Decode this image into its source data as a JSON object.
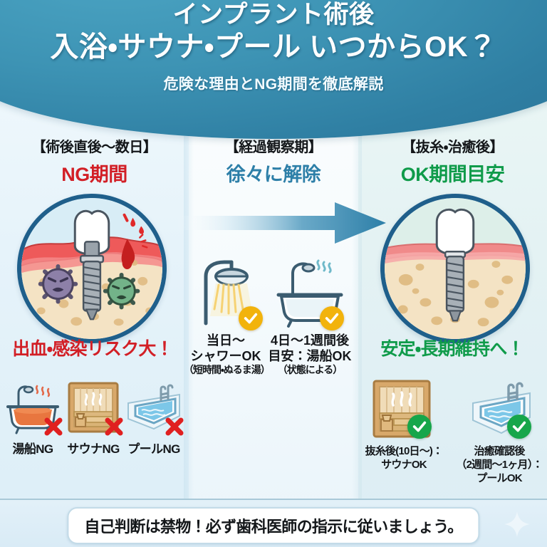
{
  "header": {
    "title_line1": "インプラント術後",
    "title_line2": "入浴・サウナ・プール いつからOK？",
    "subtitle": "危険な理由とNG期間を徹底解説"
  },
  "columns": {
    "left": {
      "bracket": "【術後直後〜数日】",
      "phase": "NG期間",
      "phase_color": "#d21f26",
      "illustration_name": "implant-inflamed-bleeding-diagram",
      "caption": "出血・感染リスク大！",
      "caption_color": "#d21f26",
      "items": [
        {
          "icon": "bathtub-hot-icon",
          "label": "湯船NG",
          "mark": "x"
        },
        {
          "icon": "sauna-room-icon",
          "label": "サウナNG",
          "mark": "x"
        },
        {
          "icon": "swimming-pool-icon",
          "label": "プールNG",
          "mark": "x"
        }
      ]
    },
    "middle": {
      "bracket": "【経過観察期】",
      "phase": "徐々に解除",
      "phase_color": "#2d7fa8",
      "items": [
        {
          "icon": "shower-head-icon",
          "mark": "check",
          "mark_color": "#f2b30c",
          "line1": "当日〜",
          "line2": "シャワーOK",
          "line3": "（短時間・ぬるま湯）"
        },
        {
          "icon": "clawfoot-bathtub-icon",
          "mark": "check",
          "mark_color": "#f2b30c",
          "line1": "4日〜1週間後",
          "line2": "目安：湯船OK",
          "line3": "（状態による）"
        }
      ]
    },
    "right": {
      "bracket": "【抜糸・治癒後】",
      "phase": "OK期間目安",
      "phase_color": "#0f9b4a",
      "illustration_name": "implant-healed-healthy-diagram",
      "caption": "安定・長期維持へ！",
      "caption_color": "#0f9b4a",
      "items": [
        {
          "icon": "sauna-room-icon",
          "mark": "check",
          "mark_color": "#16a64a",
          "label": "抜糸後(10日〜)：\nサウナOK"
        },
        {
          "icon": "swimming-pool-icon",
          "mark": "check",
          "mark_color": "#16a64a",
          "label": "治癒確認後\n（2週間〜1ヶ月）：\nプールOK"
        }
      ]
    }
  },
  "arrow": {
    "name": "progress-arrow",
    "direction": "right",
    "color_start": "#ffffff",
    "color_end": "#2d7fa8"
  },
  "footer": {
    "notice": "自己判断は禁物！必ず歯科医師の指示に従いましょう。"
  },
  "theme": {
    "header_blue": "#3d93b4",
    "panel_left": "#e6f3fa",
    "panel_middle": "#f8fcfe",
    "panel_right": "#e4f2f3",
    "circle_border": "#1f5f8b",
    "red": "#d21f26",
    "green": "#0f9b4a",
    "yellow": "#f2b30c"
  }
}
